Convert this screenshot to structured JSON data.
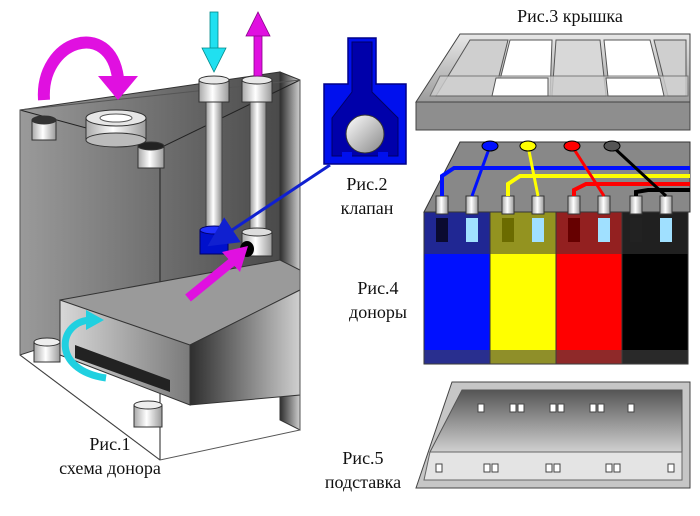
{
  "labels": {
    "fig1_line1": "Рис.1",
    "fig1_line2": "схема донора",
    "fig2_line1": "Рис.2",
    "fig2_line2": "клапан",
    "fig3": "Рис.3 крышка",
    "fig4_line1": "Рис.4",
    "fig4_line2": "доноры",
    "fig5_line1": "Рис.5",
    "fig5_line2": "подставка"
  },
  "colors": {
    "magenta": "#e010e0",
    "cyan": "#20e0f0",
    "blue": "#0000ff",
    "yellow": "#ffff00",
    "red": "#ff0000",
    "black": "#000000",
    "valve_blue": "#0000cc"
  },
  "donors": [
    {
      "color": "#0010ff",
      "name": "blue"
    },
    {
      "color": "#ffff00",
      "name": "yellow"
    },
    {
      "color": "#ff0000",
      "name": "red"
    },
    {
      "color": "#000000",
      "name": "black"
    }
  ]
}
